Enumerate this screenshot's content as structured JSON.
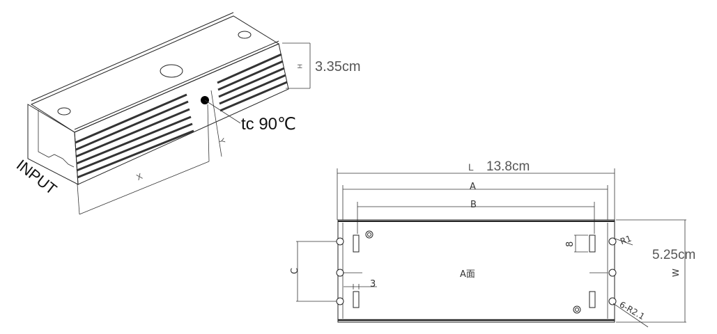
{
  "iso_view": {
    "height_symbol": "H",
    "height_value": "3.35cm",
    "tc_label": "tc 90℃",
    "x_symbol": "X",
    "y_symbol": "Y",
    "input_label": "INPUT"
  },
  "bottom_view": {
    "length_symbol": "L",
    "length_value": "13.8cm",
    "a_symbol": "A",
    "b_symbol": "B",
    "c_symbol": "C",
    "width_symbol": "W",
    "width_value": "5.25cm",
    "slot_height": "8",
    "slot_width": "3",
    "radius_1": "R1",
    "radius_2": "6-R2.1",
    "face_label": "A面"
  }
}
